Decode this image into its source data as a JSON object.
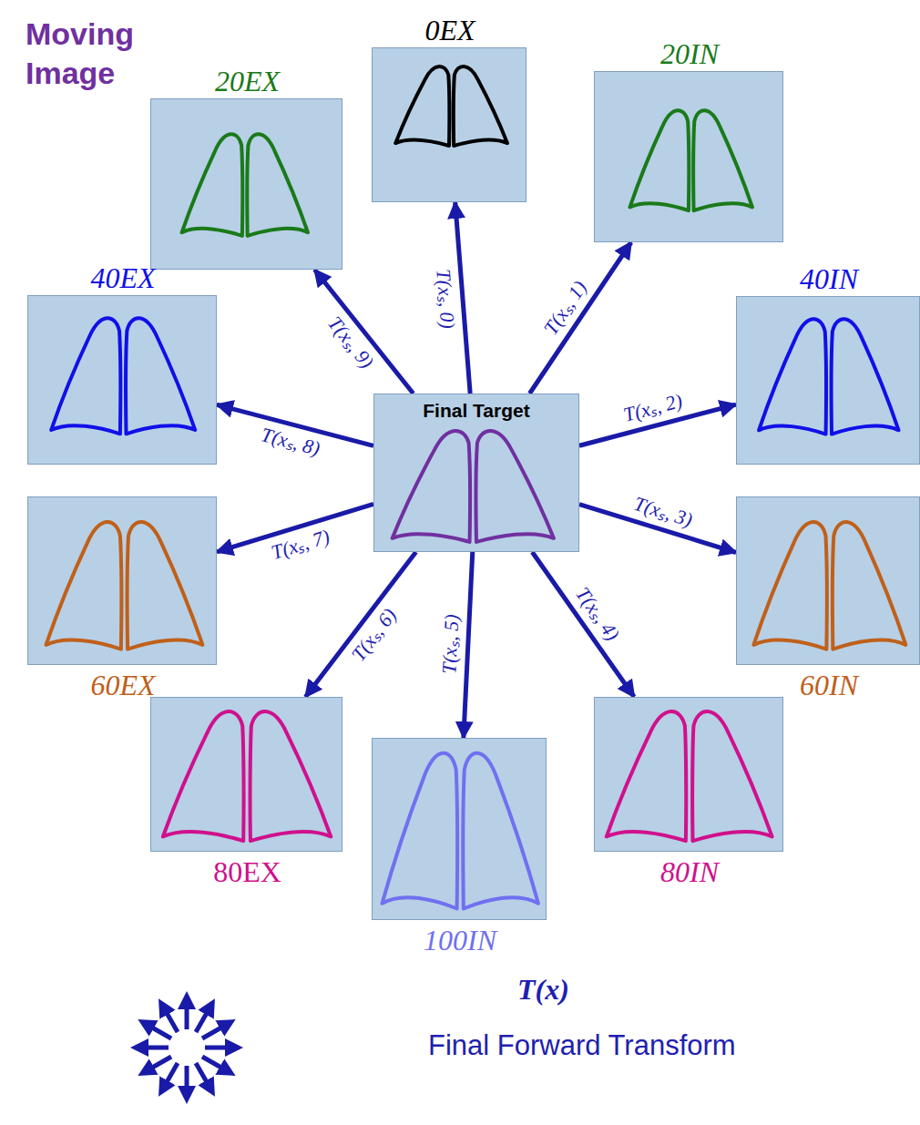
{
  "diagram": {
    "nodes": [
      {
        "text": [
          "0EX"
        ]
      },
      {
        "text": [
          "20EX"
        ]
      },
      {
        "text": [
          "20IN"
        ]
      },
      {
        "text": [
          "40EX"
        ]
      },
      {
        "text": [
          "40IN"
        ]
      },
      {
        "text": [
          "Final Target"
        ]
      },
      {
        "text": [
          "60EX"
        ]
      },
      {
        "text": [
          "60IN"
        ]
      },
      {
        "text": [
          "80EX"
        ]
      },
      {
        "text": [
          "80IN"
        ]
      },
      {
        "text": [
          "100IN"
        ]
      }
    ],
    "edges": [
      {
        "from": 5,
        "to": 0,
        "arrow": "to",
        "label": "T(xₛ, 0)"
      },
      {
        "from": 5,
        "to": 2,
        "arrow": "to",
        "label": "T(xₛ, 1)"
      },
      {
        "from": 5,
        "to": 4,
        "arrow": "to",
        "label": "T(xₛ, 2)"
      },
      {
        "from": 5,
        "to": 7,
        "arrow": "to",
        "label": "T(xₛ, 3)"
      },
      {
        "from": 5,
        "to": 9,
        "arrow": "to",
        "label": "T(xₛ, 4)"
      },
      {
        "from": 5,
        "to": 10,
        "arrow": "to",
        "label": "T(xₛ, 5)"
      },
      {
        "from": 5,
        "to": 8,
        "arrow": "to",
        "label": "T(xₛ, 6)"
      },
      {
        "from": 5,
        "to": 6,
        "arrow": "to",
        "label": "T(xₛ, 7)"
      },
      {
        "from": 5,
        "to": 3,
        "arrow": "to",
        "label": "T(xₛ, 8)"
      },
      {
        "from": 5,
        "to": 1,
        "arrow": "to",
        "label": "T(xₛ, 9)"
      }
    ],
    "labels": [
      "Moving Image",
      "T(x)",
      "Final Forward Transform"
    ]
  }
}
